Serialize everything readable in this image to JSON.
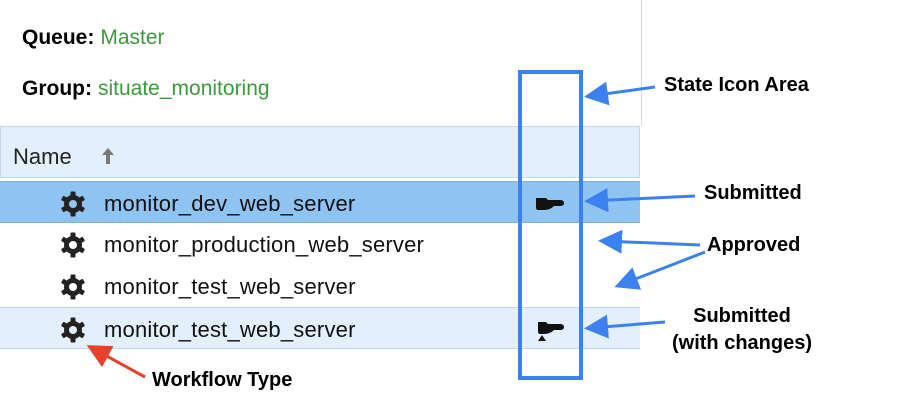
{
  "meta": {
    "queue_label": "Queue:",
    "queue_value": "Master",
    "group_label": "Group:",
    "group_value": "situate_monitoring"
  },
  "table": {
    "column_header": "Name",
    "sort_icon": "arrow-up-icon",
    "rows": [
      {
        "name": "monitor_dev_web_server",
        "type_icon": "gear-icon",
        "state_icon": "hand-icon",
        "state": "Submitted",
        "selected": true
      },
      {
        "name": "monitor_production_web_server",
        "type_icon": "gear-icon",
        "state_icon": "",
        "state": "Approved",
        "selected": false
      },
      {
        "name": "monitor_test_web_server",
        "type_icon": "gear-icon",
        "state_icon": "",
        "state": "Approved",
        "selected": false
      },
      {
        "name": "monitor_test_web_server",
        "type_icon": "gear-icon",
        "state_icon": "hand-with-triangle-icon",
        "state": "Submitted (with changes)",
        "selected": false
      }
    ]
  },
  "annotations": {
    "state_icon_area": "State Icon Area",
    "submitted": "Submitted",
    "approved": "Approved",
    "submitted_changes_line1": "Submitted",
    "submitted_changes_line2": "(with changes)",
    "workflow_type": "Workflow Type"
  },
  "colors": {
    "accent_green": "#3c9a3c",
    "selection": "#8ec3f2",
    "stripe": "#e3effb",
    "callout_blue": "#3b82f0",
    "callout_red": "#e8402a"
  }
}
